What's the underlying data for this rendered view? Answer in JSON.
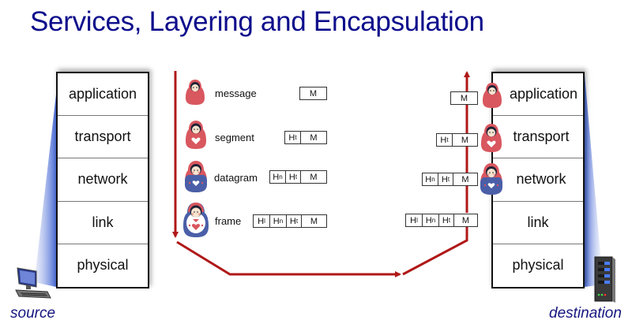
{
  "title": "Services, Layering and Encapsulation",
  "source": {
    "label": "source",
    "layers": [
      "application",
      "transport",
      "network",
      "link",
      "physical"
    ],
    "icon": "desktop-computer-icon"
  },
  "destination": {
    "label": "destination",
    "layers": [
      "application",
      "transport",
      "network",
      "link",
      "physical"
    ],
    "icon": "server-tower-icon"
  },
  "encapsulation": [
    {
      "name": "message",
      "headers": [],
      "payload": "M"
    },
    {
      "name": "segment",
      "headers": [
        [
          "H",
          "t"
        ]
      ],
      "payload": "M"
    },
    {
      "name": "datagram",
      "headers": [
        [
          "H",
          "n"
        ],
        [
          "H",
          "t"
        ]
      ],
      "payload": "M"
    },
    {
      "name": "frame",
      "headers": [
        [
          "H",
          "l"
        ],
        [
          "H",
          "n"
        ],
        [
          "H",
          "t"
        ]
      ],
      "payload": "M"
    }
  ],
  "colors": {
    "title": "#0d0d8c",
    "arrow": "#b01818",
    "doll_red": "#d9575f",
    "doll_blue": "#4a5fa8",
    "host_label": "#16167f",
    "projection_blue": "#4d6fd6"
  }
}
